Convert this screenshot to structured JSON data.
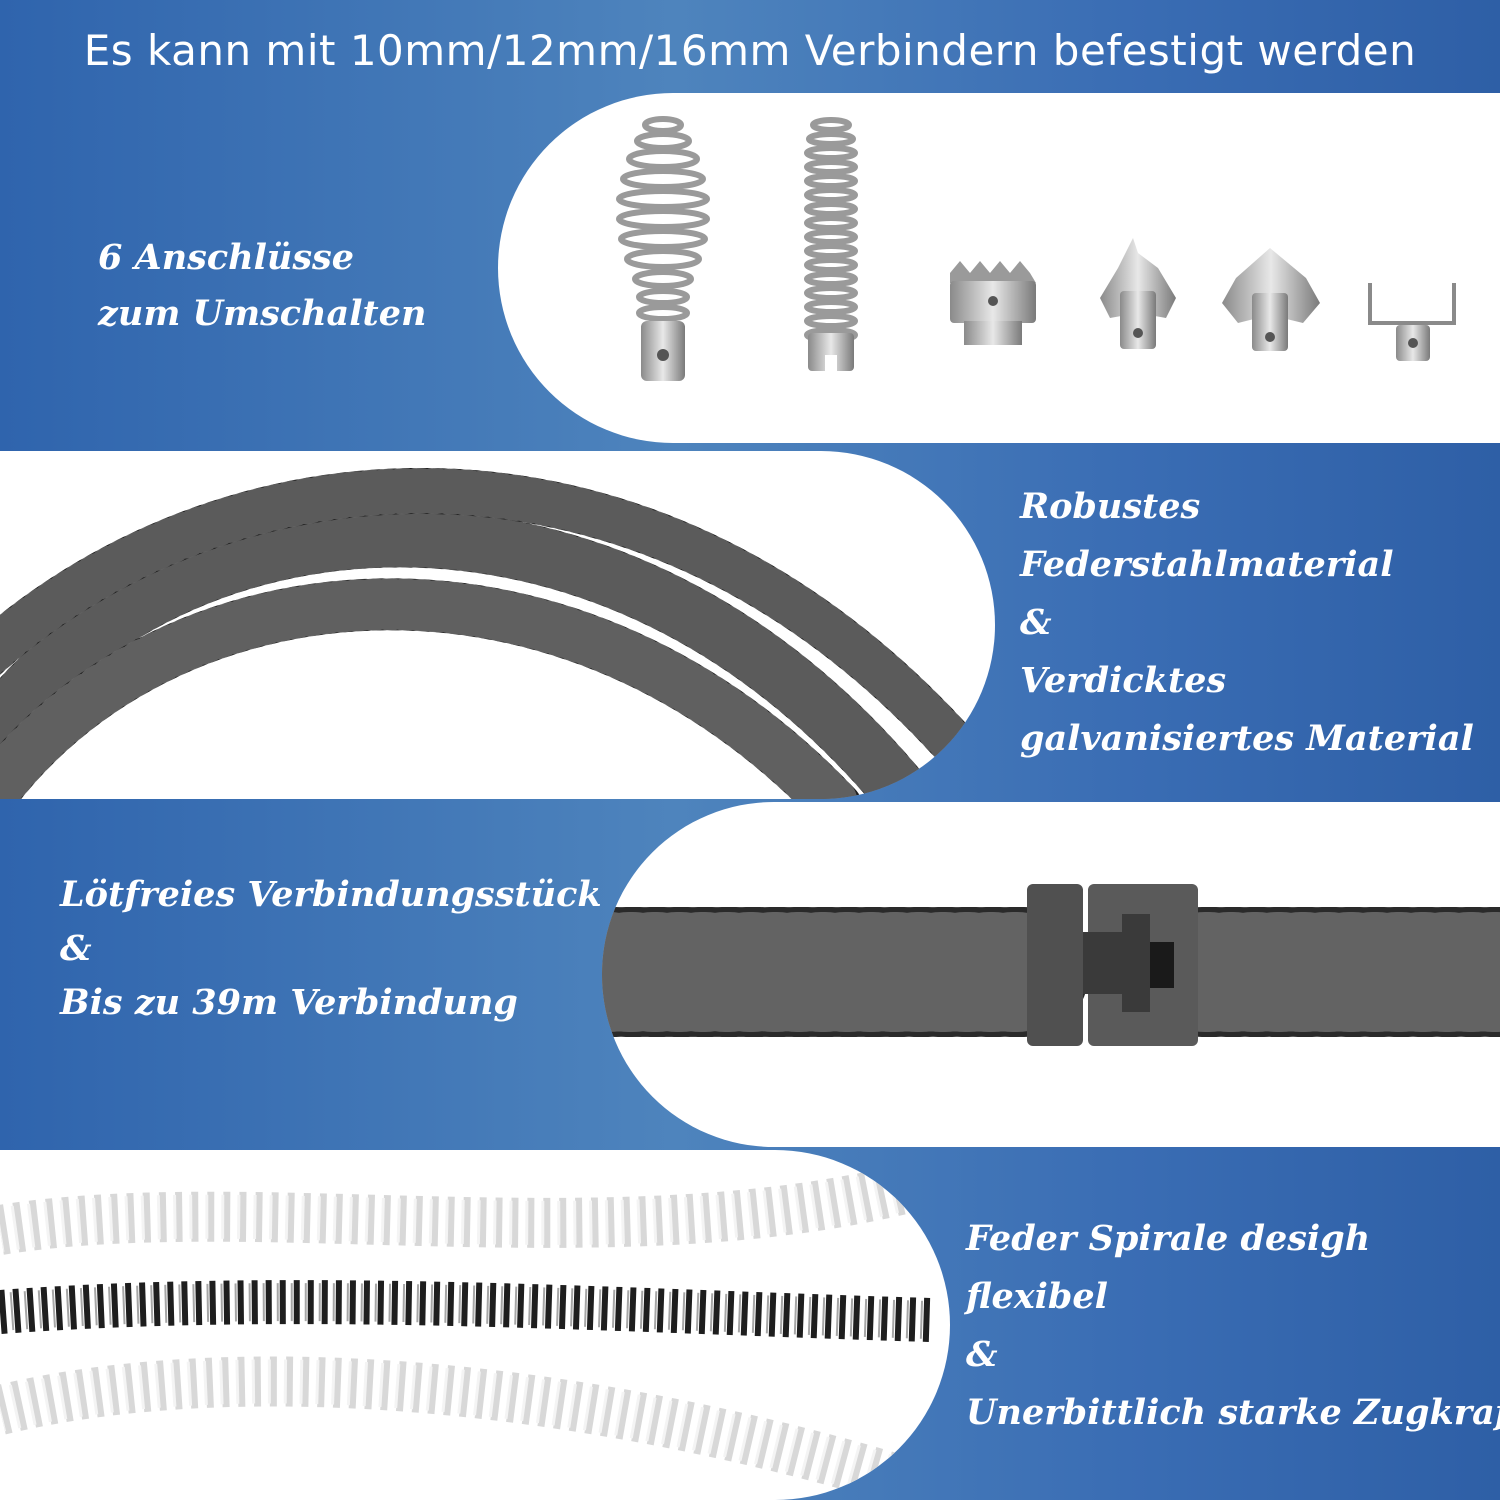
{
  "header": {
    "title": "Es kann mit 10mm/12mm/16mm Verbindern befestigt werden"
  },
  "section1": {
    "lines": [
      "6 Anschlüsse",
      "zum Umschalten"
    ]
  },
  "section2": {
    "lines": [
      "Robustes",
      "Federstahlmaterial",
      "&",
      "Verdicktes",
      "galvanisiertes Material"
    ]
  },
  "section3": {
    "lines": [
      "Lötfreies Verbindungsstück",
      "&",
      "Bis zu 39m Verbindung"
    ]
  },
  "section4": {
    "lines": [
      "Feder Spirale desigh",
      "flexibel",
      "&",
      "Unerbittlich starke Zugkraft"
    ]
  },
  "colors": {
    "background": "#3a6fb0",
    "panel": "#ffffff",
    "text": "#ffffff",
    "spring_dark": "#2a2a2a",
    "spring_light": "#e6e6e6"
  }
}
